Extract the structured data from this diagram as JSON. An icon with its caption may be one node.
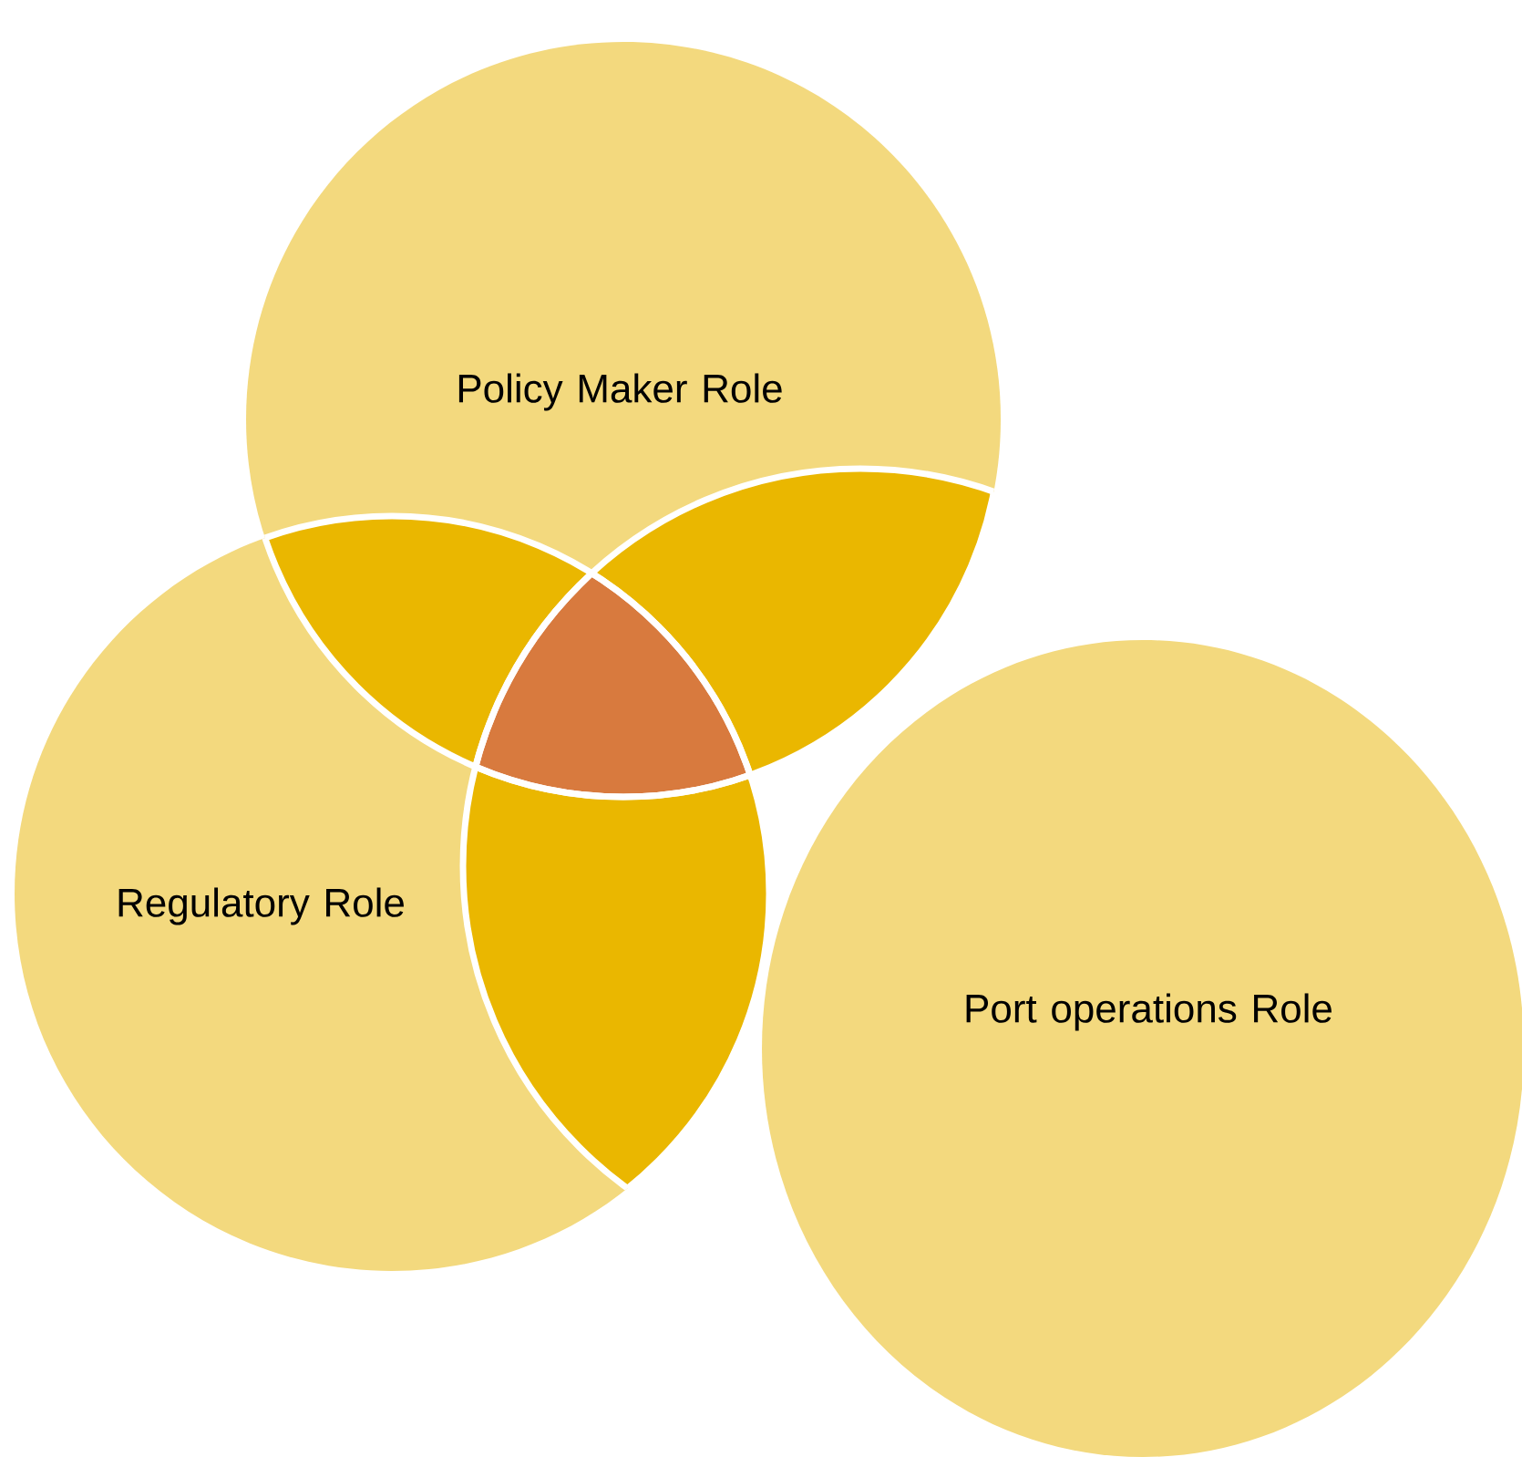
{
  "diagram": {
    "nodes": [
      {
        "text": [
          "Policy Maker Role"
        ]
      },
      {
        "text": [
          "Regulatory Role"
        ]
      },
      {
        "text": [
          "Port operations Role"
        ]
      }
    ]
  }
}
